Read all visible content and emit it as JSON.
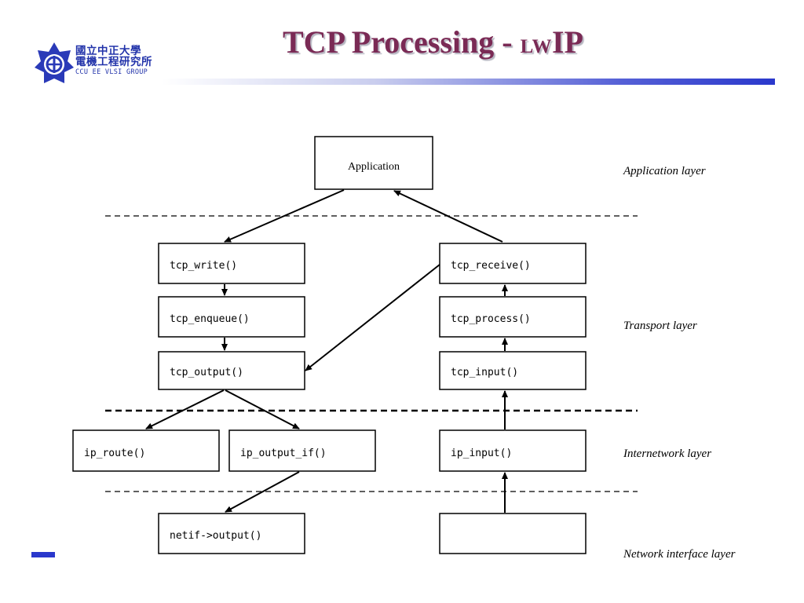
{
  "header": {
    "title_main": "TCP Processing - ",
    "title_small": "LW",
    "title_end": "IP",
    "logo_cn_line1": "國立中正大學",
    "logo_cn_line2": "電機工程研究所",
    "logo_en": "CCU EE VLSI GROUP"
  },
  "colors": {
    "title": "#7a2a55",
    "accent": "#2a38cc",
    "logo": "#2233aa"
  },
  "diagram": {
    "application": "Application",
    "tcp_write": "tcp_write()",
    "tcp_enqueue": "tcp_enqueue()",
    "tcp_output": "tcp_output()",
    "tcp_receive": "tcp_receive()",
    "tcp_process": "tcp_process()",
    "tcp_input": "tcp_input()",
    "ip_route": "ip_route()",
    "ip_output_if": "ip_output_if()",
    "ip_input": "ip_input()",
    "netif_output": "netif->output()",
    "layers": {
      "application": "Application layer",
      "transport": "Transport layer",
      "internetwork": "Internetwork layer",
      "network_interface": "Network interface layer"
    }
  }
}
